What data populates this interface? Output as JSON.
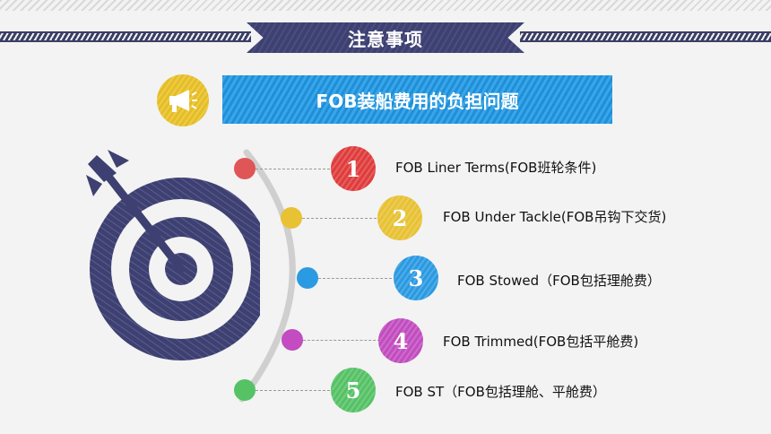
{
  "header": {
    "title": "注意事项"
  },
  "subtitle": {
    "text": "FOB装船费用的负担问题",
    "icon": "megaphone-icon"
  },
  "colors": {
    "navy": "#3d4070",
    "blue": "#2a9ae2",
    "yellow": "#e8c233",
    "red": "#e03c3c",
    "purple": "#c24cc0",
    "green": "#55c265"
  },
  "items": [
    {
      "number": "1",
      "label": "FOB Liner Terms(FOB班轮条件)",
      "color": "#e03c3c",
      "dot_color": "#e05555"
    },
    {
      "number": "2",
      "label": "FOB Under Tackle(FOB吊钩下交货)",
      "color": "#e8c233",
      "dot_color": "#e8c233"
    },
    {
      "number": "3",
      "label": "FOB Stowed（FOB包括理舱费）",
      "color": "#2a9ae2",
      "dot_color": "#2a9ae2"
    },
    {
      "number": "4",
      "label": "FOB Trimmed(FOB包括平舱费)",
      "color": "#c24cc0",
      "dot_color": "#c24cc0"
    },
    {
      "number": "5",
      "label": "FOB ST（FOB包括理舱、平舱费）",
      "color": "#55c265",
      "dot_color": "#55c265"
    }
  ]
}
